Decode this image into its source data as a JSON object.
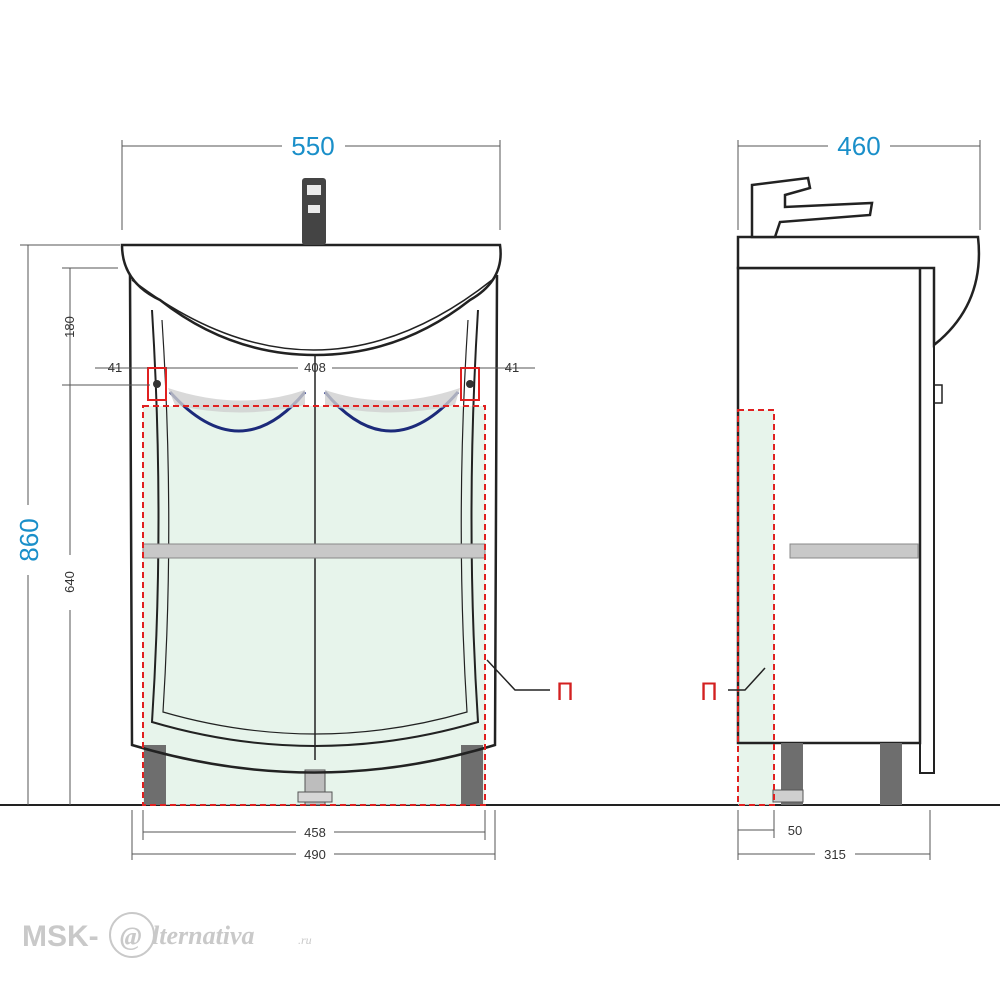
{
  "dimensions": {
    "front_width": "550",
    "side_depth": "460",
    "total_height": "860",
    "basin_height": "180",
    "cabinet_height": "640",
    "offset_left": "41",
    "inner_width": "408",
    "offset_right": "41",
    "base_width_inner": "458",
    "base_width_outer": "490",
    "side_leg_offset": "50",
    "side_cabinet_depth": "315"
  },
  "callouts": {
    "front_label": "П",
    "side_label": "П"
  },
  "watermark": {
    "main": "MSK-",
    "at": "@",
    "rest": "lternativa",
    "tld": ".ru"
  },
  "colors": {
    "accent": "#1a8fc9",
    "callout": "#e02020",
    "fill_zone": "#dff0e4",
    "watermark": "#c9c9c9"
  }
}
